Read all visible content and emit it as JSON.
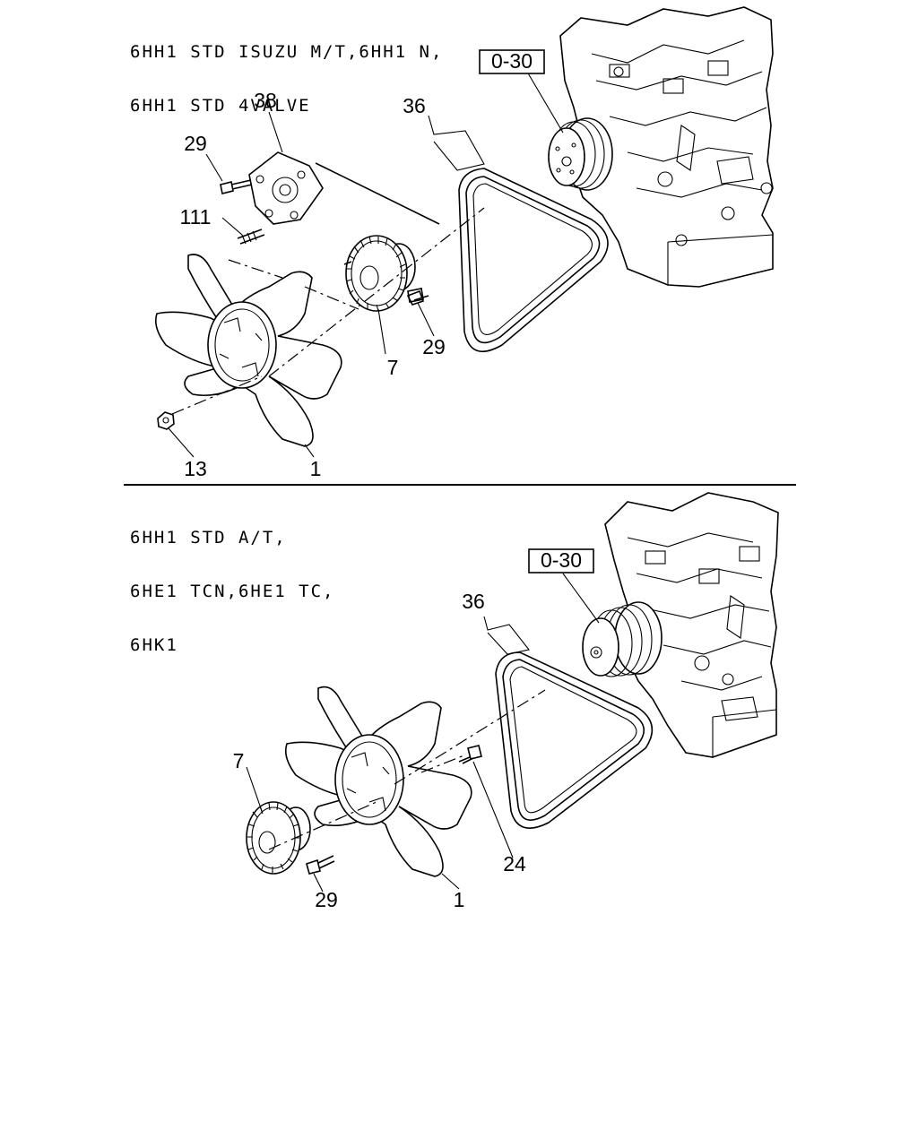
{
  "sections": [
    {
      "header_lines": [
        "6HH1 STD ISUZU M/T,6HH1 N,",
        "6HH1 STD 4VALVE"
      ],
      "ref_box": "0-30",
      "callouts": [
        "38",
        "29",
        "111",
        "36",
        "29",
        "7",
        "13",
        "1"
      ]
    },
    {
      "header_lines": [
        "6HH1 STD A/T,",
        "6HE1 TCN,6HE1 TC,",
        "6HK1"
      ],
      "ref_box": "0-30",
      "callouts": [
        "36",
        "7",
        "24",
        "29",
        "1"
      ]
    }
  ]
}
